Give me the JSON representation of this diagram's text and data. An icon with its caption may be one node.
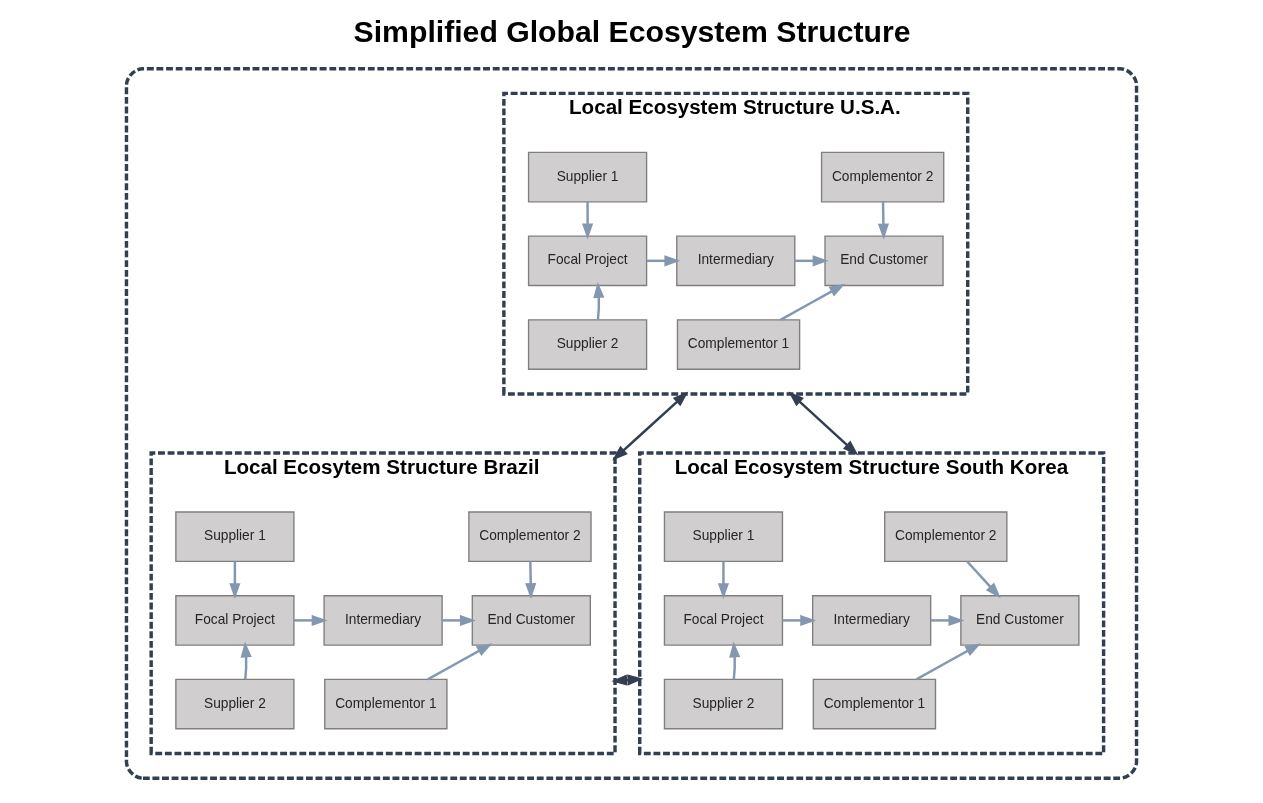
{
  "diagram": {
    "title": "Simplified Global Ecosystem Structure",
    "nodes": [
      {
        "text": [],
        "shape": "box"
      },
      {
        "text": [
          "Local Ecosystem Structure U.S.A."
        ],
        "in": 0
      },
      {
        "text": [
          "Complementor 2"
        ],
        "in": 1
      },
      {
        "text": [
          "Supplier 1"
        ],
        "in": 1
      },
      {
        "text": [
          "Focal Project"
        ],
        "in": 1
      },
      {
        "text": [
          "Intermediary"
        ],
        "in": 1
      },
      {
        "text": [
          "End Customer"
        ],
        "in": 1
      },
      {
        "text": [
          "Supplier 2"
        ],
        "in": 1
      },
      {
        "text": [
          "Complementor 1"
        ],
        "in": 1
      },
      {
        "text": [
          "Local Ecosytem Structure Brazil"
        ],
        "in": 0
      },
      {
        "text": [
          "Complementor 2"
        ],
        "in": 9
      },
      {
        "text": [
          "Supplier 1"
        ],
        "in": 9
      },
      {
        "text": [
          "Focal Project"
        ],
        "in": 9
      },
      {
        "text": [
          "Intermediary"
        ],
        "in": 9
      },
      {
        "text": [
          "End Customer"
        ],
        "in": 9
      },
      {
        "text": [
          "Supplier 2"
        ],
        "in": 9
      },
      {
        "text": [
          "Complementor 1"
        ],
        "in": 9
      },
      {
        "text": [
          "Local Ecosystem Structure South Korea"
        ],
        "in": 0
      },
      {
        "text": [
          "Complementor 2"
        ],
        "in": 17
      },
      {
        "text": [
          "Supplier 1"
        ],
        "in": 17
      },
      {
        "text": [
          "Focal Project"
        ],
        "in": 17
      },
      {
        "text": [
          "Intermediary"
        ],
        "in": 17
      },
      {
        "text": [
          "End Customer"
        ],
        "in": 17
      },
      {
        "text": [
          "Supplier 2"
        ],
        "in": 17
      },
      {
        "text": [
          "Complementor 1"
        ],
        "in": 17
      }
    ],
    "edges": [
      {
        "from": 3,
        "to": 4,
        "arrow": "to"
      },
      {
        "from": 7,
        "to": 4,
        "arrow": "to"
      },
      {
        "from": 4,
        "to": 5,
        "arrow": "to"
      },
      {
        "from": 5,
        "to": 6,
        "arrow": "to"
      },
      {
        "from": 2,
        "to": 6,
        "arrow": "to"
      },
      {
        "from": 8,
        "to": 6,
        "arrow": "to"
      },
      {
        "from": 11,
        "to": 12,
        "arrow": "to"
      },
      {
        "from": 15,
        "to": 12,
        "arrow": "to"
      },
      {
        "from": 12,
        "to": 13,
        "arrow": "to"
      },
      {
        "from": 13,
        "to": 14,
        "arrow": "to"
      },
      {
        "from": 10,
        "to": 14,
        "arrow": "to"
      },
      {
        "from": 16,
        "to": 14,
        "arrow": "to"
      },
      {
        "from": 19,
        "to": 20,
        "arrow": "to"
      },
      {
        "from": 23,
        "to": 20,
        "arrow": "to"
      },
      {
        "from": 20,
        "to": 21,
        "arrow": "to"
      },
      {
        "from": 21,
        "to": 22,
        "arrow": "to"
      },
      {
        "from": 18,
        "to": 22,
        "arrow": "to"
      },
      {
        "from": 24,
        "to": 22,
        "arrow": "to"
      },
      {
        "from": 1,
        "to": 9,
        "arrow": "both",
        "color": "#333f50"
      },
      {
        "from": 1,
        "to": 17,
        "arrow": "both",
        "color": "#333f50"
      },
      {
        "from": 9,
        "to": 17,
        "arrow": "both",
        "color": "#333f50"
      }
    ]
  }
}
